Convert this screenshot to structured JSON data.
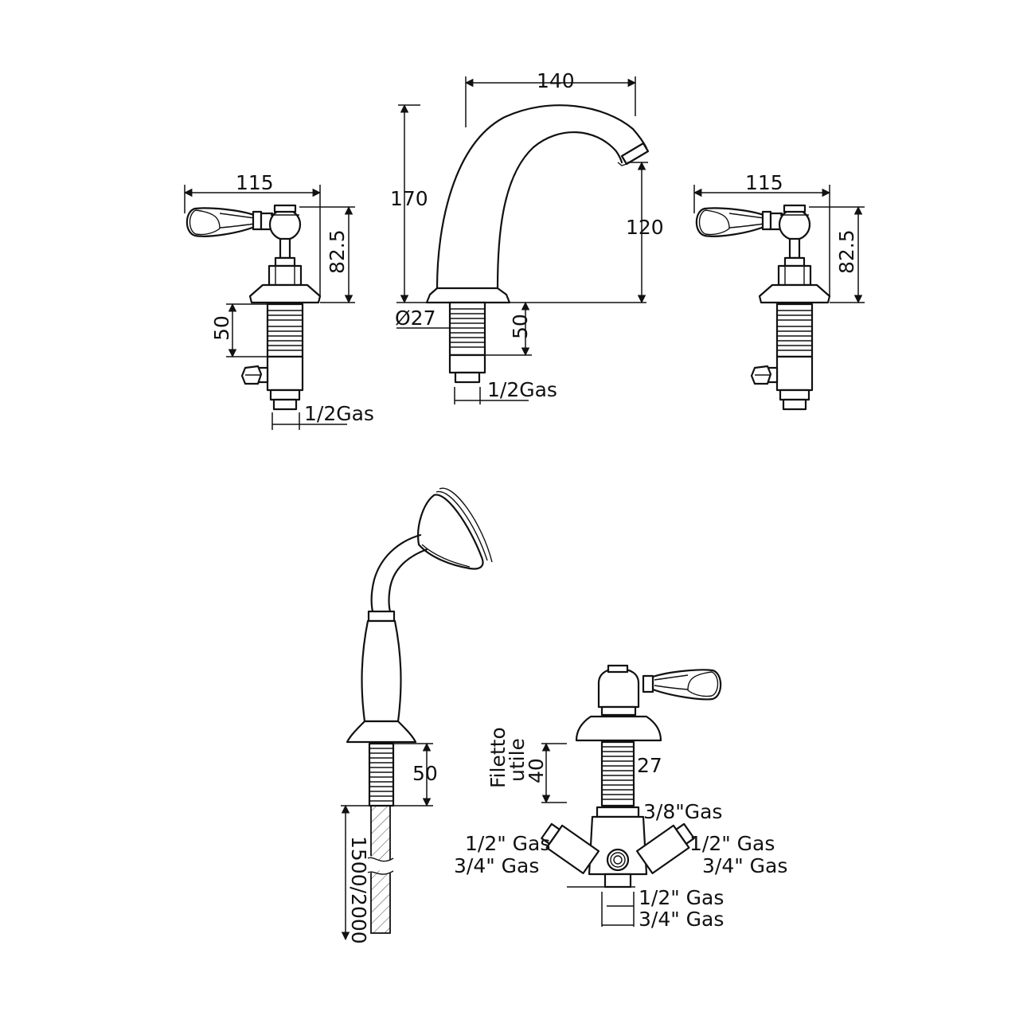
{
  "dimensions": {
    "left_valve_width": "115",
    "left_valve_height": "82.5",
    "left_valve_shank": "50",
    "left_valve_thread": "1/2Gas",
    "spout_reach": "140",
    "spout_height": "170",
    "spout_outlet_height": "120",
    "spout_diameter": "Ø27",
    "spout_shank": "50",
    "spout_thread": "1/2Gas",
    "right_valve_width": "115",
    "right_valve_height": "82.5",
    "shower_shank": "50",
    "hose_length": "1500/2000",
    "diverter_thread_label_1": "Filetto",
    "diverter_thread_label_2": "utile",
    "diverter_thread_length": "40",
    "diverter_diameter": "27",
    "diverter_inlet": "3/8\"Gas",
    "diverter_left_1": "1/2\" Gas",
    "diverter_left_2": "3/4\" Gas",
    "diverter_right_1": "1/2\" Gas",
    "diverter_right_2": "3/4\" Gas",
    "diverter_bottom_1": "1/2\" Gas",
    "diverter_bottom_2": "3/4\" Gas"
  }
}
